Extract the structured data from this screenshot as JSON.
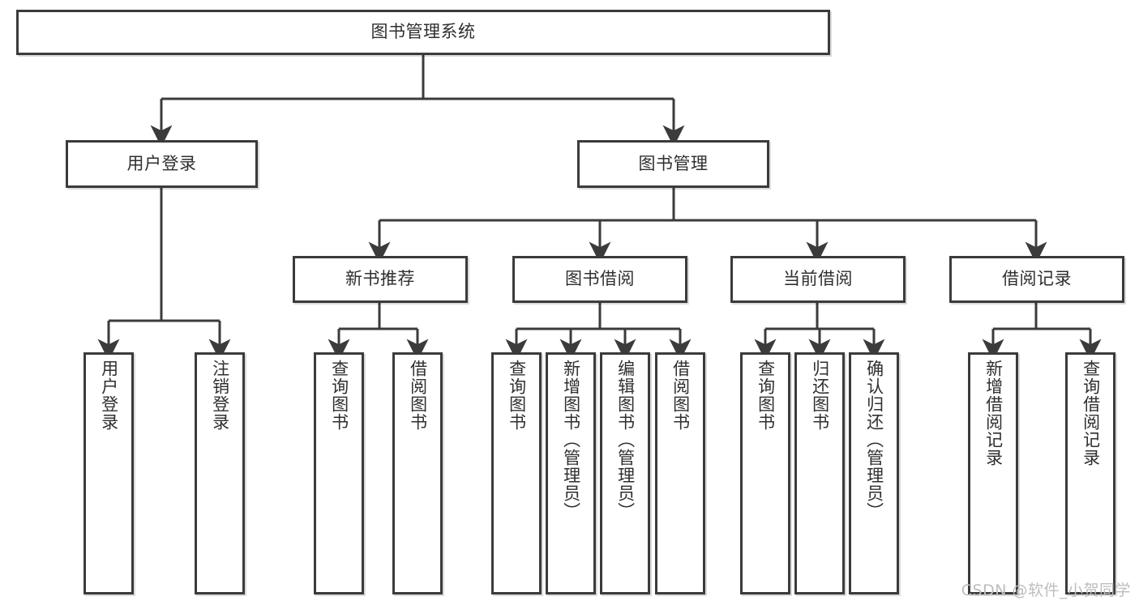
{
  "diagram": {
    "title": "图书管理系统",
    "type": "tree",
    "watermark": "CSDN @软件_小贺同学",
    "colors": {
      "box_border": "#3b3b3b",
      "box_fill": "#ffffff",
      "text": "#2f2f2f",
      "edge": "#3b3b3b",
      "watermark": "#bdbdbd",
      "background": "#ffffff"
    },
    "nodes": {
      "root": {
        "label": "图书管理系统"
      },
      "level2": [
        {
          "id": "user-login",
          "label": "用户登录"
        },
        {
          "id": "book-manage",
          "label": "图书管理"
        }
      ],
      "level3": [
        {
          "id": "new-book-recommend",
          "label": "新书推荐"
        },
        {
          "id": "book-borrow",
          "label": "图书借阅"
        },
        {
          "id": "current-borrow",
          "label": "当前借阅"
        },
        {
          "id": "borrow-record",
          "label": "借阅记录"
        }
      ],
      "leaves": {
        "user-login": [
          {
            "id": "leaf-user-login",
            "label": "用户登录"
          },
          {
            "id": "leaf-user-logout",
            "label": "注销登录"
          }
        ],
        "new-book-recommend": [
          {
            "id": "leaf-query-book-1",
            "label": "查询图书"
          },
          {
            "id": "leaf-borrow-book-1",
            "label": "借阅图书"
          }
        ],
        "book-borrow": [
          {
            "id": "leaf-query-book-2",
            "label": "查询图书"
          },
          {
            "id": "leaf-add-book",
            "label": "新增图书（管理员）"
          },
          {
            "id": "leaf-edit-book",
            "label": "编辑图书（管理员）"
          },
          {
            "id": "leaf-borrow-book-2",
            "label": "借阅图书"
          }
        ],
        "current-borrow": [
          {
            "id": "leaf-query-book-3",
            "label": "查询图书"
          },
          {
            "id": "leaf-return-book",
            "label": "归还图书"
          },
          {
            "id": "leaf-confirm-return",
            "label": "确认归还（管理员）"
          }
        ],
        "borrow-record": [
          {
            "id": "leaf-add-record",
            "label": "新增借阅记录"
          },
          {
            "id": "leaf-query-record",
            "label": "查询借阅记录"
          }
        ]
      }
    }
  }
}
